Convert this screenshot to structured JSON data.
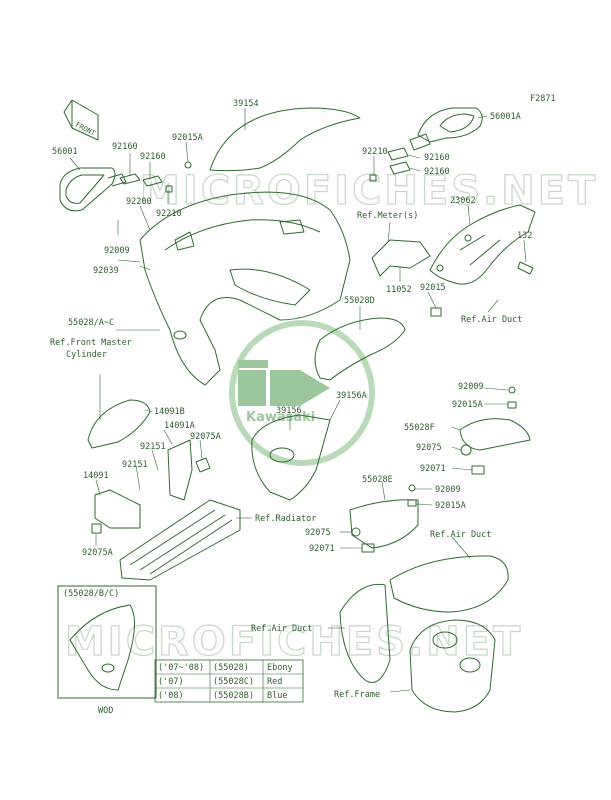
{
  "figure_id": "F2871",
  "front_badge": "FRONT",
  "watermark": {
    "site": "MICROFICHES.NET",
    "logo_text": "Kawasaki"
  },
  "colors": {
    "line": "#2f6a2f",
    "text": "#2e5e2e",
    "watermark": "#c9d9c9",
    "logo": "#9cc79c"
  },
  "labels": {
    "p56001": "56001",
    "p92160_a": "92160",
    "p92160_b": "92160",
    "p39154": "39154",
    "p92015a_top": "92015A",
    "p92200": "92200",
    "p92210_left": "92210",
    "p92009_left": "92009",
    "p92039": "92039",
    "p55028ac": "55028/A~C",
    "p56001a": "56001A",
    "p92210_right": "92210",
    "p92160_c": "92160",
    "p92160_d": "92160",
    "ref_meter": "Ref.Meter(s)",
    "p23062": "23062",
    "p132": "132",
    "p11052": "11052",
    "p55028d": "55028D",
    "p92015": "92015",
    "ref_air_duct_1": "Ref.Air Duct",
    "ref_front_master_1": "Ref.Front Master",
    "ref_front_master_2": "Cylinder",
    "p14091b": "14091B",
    "p14091a": "14091A",
    "p92151_a": "92151",
    "p92075a_a": "92075A",
    "p39156a": "39156A",
    "p39156": "39156",
    "p92009_r1": "92009",
    "p92015a_r1": "92015A",
    "p55028f": "55028F",
    "p92075_r1": "92075",
    "p92071_r1": "92071",
    "p14091": "14091",
    "p92151_b": "92151",
    "ref_radiator": "Ref.Radiator",
    "p92075a_b": "92075A",
    "p55028e": "55028E",
    "p92009_r2": "92009",
    "p92015a_r2": "92015A",
    "p92075_r2": "92075",
    "p92071_r2": "92071",
    "ref_air_duct_2": "Ref.Air Duct",
    "inset_title": "(55028/B/C)",
    "ref_air_duct_3": "Ref.Air Duct",
    "ref_frame": "Ref.Frame",
    "wod": "WOD"
  },
  "color_table": [
    {
      "years": "('07~'08)",
      "part": "(55028)",
      "color": "Ebony"
    },
    {
      "years": "('07)",
      "part": "(55028C)",
      "color": "Red"
    },
    {
      "years": "('08)",
      "part": "(55028B)",
      "color": "Blue"
    }
  ]
}
